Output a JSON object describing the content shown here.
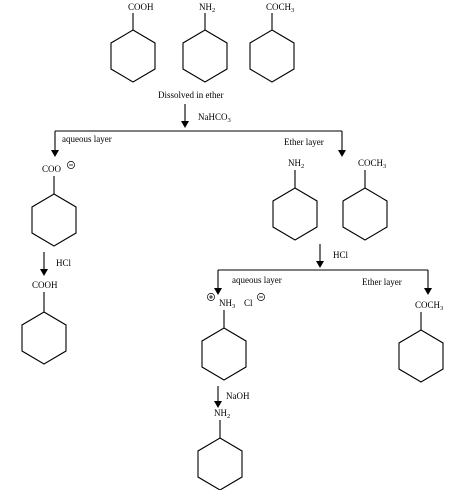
{
  "molecules": {
    "top_acid": "COOH",
    "top_amine": "NH",
    "top_amine_sub": "2",
    "top_ketone": "COCH",
    "top_ketone_sub": "3",
    "carboxylate": "COO",
    "ether_amine": "NH",
    "ether_amine_sub": "2",
    "ether_ketone": "COCH",
    "ether_ketone_sub": "3",
    "acid_product": "COOH",
    "ammonium": "NH",
    "ammonium_sub": "3",
    "chloride": "Cl",
    "final_ketone": "COCH",
    "final_ketone_sub": "3",
    "final_amine": "NH",
    "final_amine_sub": "2"
  },
  "steps": {
    "dissolved": "Dissolved in ether",
    "reagent1": "NaHCO",
    "reagent1_sub": "3",
    "aqueous1": "aqueous layer",
    "ether1": "Ether layer",
    "hcl_left": "HCl",
    "hcl_right": "HCl",
    "aqueous2": "aqueous layer",
    "ether2": "Ether layer",
    "naoh": "NaOH"
  }
}
